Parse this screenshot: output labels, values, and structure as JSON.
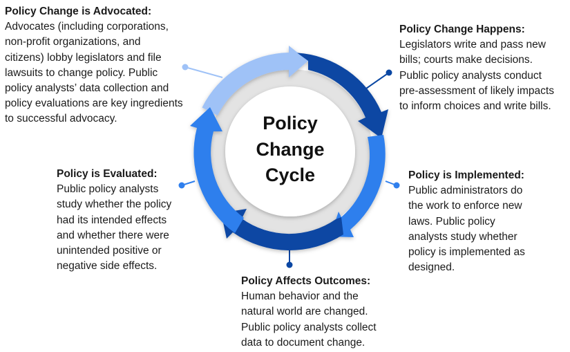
{
  "diagram": {
    "center_title": [
      "Policy",
      "Change",
      "Cycle"
    ],
    "colors": {
      "light_blue": "#9fc2f7",
      "mid_blue": "#2f7fed",
      "dark_blue": "#0a47a3",
      "gray_ring": "#e3e3e3",
      "text": "#1a1a1a"
    },
    "stages": [
      {
        "id": "advocated",
        "title": "Policy Change is Advocated:",
        "body": "Advocates (including corporations,\nnon-profit organizations, and\ncitizens) lobby legislators and file\nlawsuits to change policy. Public\npolicy analysts’ data collection and\npolicy evaluations are key ingredients\nto successful advocacy."
      },
      {
        "id": "happens",
        "title": "Policy Change Happens:",
        "body": "Legislators write and pass new\nbills; courts make decisions.\nPublic policy analysts conduct\npre-assessment of likely impacts\nto inform choices and write bills."
      },
      {
        "id": "implemented",
        "title": "Policy is Implemented:",
        "body": "Public administrators do\nthe work to enforce new\nlaws.  Public policy\nanalysts study whether\npolicy is implemented as\ndesigned."
      },
      {
        "id": "outcomes",
        "title": "Policy Affects Outcomes:",
        "body": "Human behavior and the\nnatural world are changed.\nPublic policy analysts collect\ndata to document change."
      },
      {
        "id": "evaluated",
        "title": "Policy is Evaluated:",
        "body": "Public policy analysts\nstudy whether the policy\nhad its intended effects\nand whether there were\nunintended positive or\nnegative side effects."
      }
    ]
  }
}
